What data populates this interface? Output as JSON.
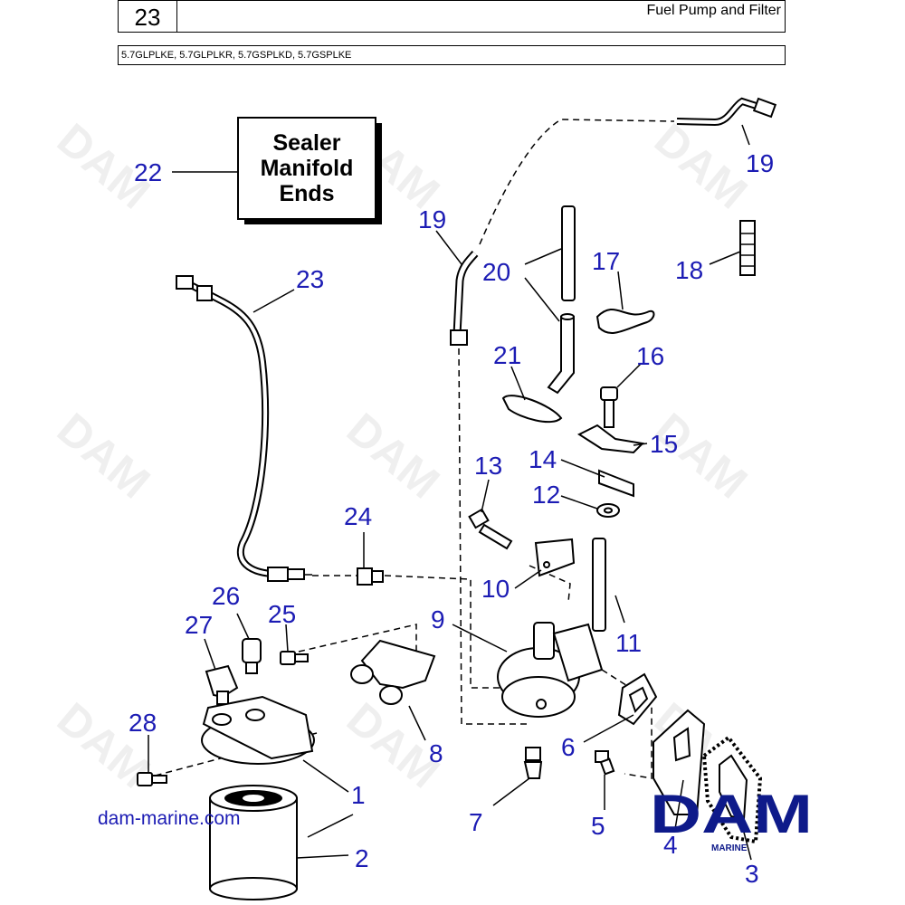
{
  "header": {
    "page_number": "23",
    "title": "Fuel Pump and Filter",
    "models": "5.7GLPLKE, 5.7GLPLKR, 5.7GSPLKD, 5.7GSPLKE"
  },
  "sealer_label": {
    "line1": "Sealer",
    "line2": "Manifold",
    "line3": "Ends"
  },
  "callouts": {
    "c1": "1",
    "c2": "2",
    "c3": "3",
    "c4": "4",
    "c5": "5",
    "c6": "6",
    "c7": "7",
    "c8": "8",
    "c9": "9",
    "c10": "10",
    "c11": "11",
    "c12": "12",
    "c13": "13",
    "c14": "14",
    "c15": "15",
    "c16": "16",
    "c17": "17",
    "c18": "18",
    "c19a": "19",
    "c19b": "19",
    "c20": "20",
    "c21": "21",
    "c22": "22",
    "c23": "23",
    "c24": "24",
    "c25": "25",
    "c26": "26",
    "c27": "27",
    "c28": "28"
  },
  "website": "dam-marine.com",
  "logo": {
    "main": "DAM",
    "sub": "MARINE"
  },
  "watermark": "DAM",
  "colors": {
    "callout": "#1c1cb4",
    "logo": "#0e1a8a"
  }
}
